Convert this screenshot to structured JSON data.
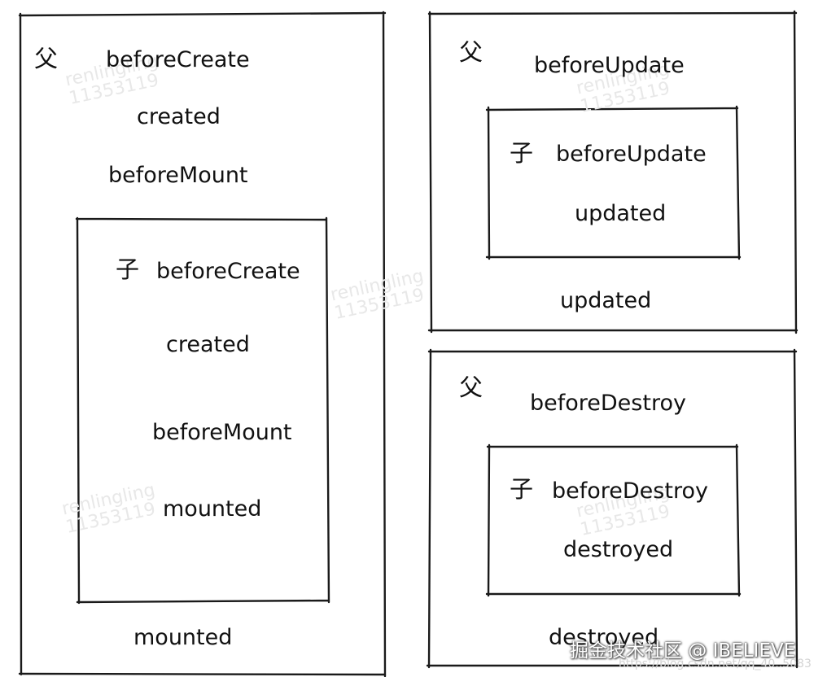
{
  "diagram": {
    "parent_mark": "父",
    "child_mark": "子",
    "mount_phase": {
      "parent_before": [
        "beforeCreate",
        "created",
        "beforeMount"
      ],
      "child_steps": [
        "beforeCreate",
        "created",
        "beforeMount",
        "mounted"
      ],
      "parent_after": "mounted"
    },
    "update_phase": {
      "parent_before": "beforeUpdate",
      "child_steps": [
        "beforeUpdate",
        "updated"
      ],
      "parent_after": "updated"
    },
    "destroy_phase": {
      "parent_before": "beforeDestroy",
      "child_steps": [
        "beforeDestroy",
        "destroyed"
      ],
      "parent_after": "destroyed"
    }
  },
  "watermarks": {
    "author_name": "renlingling",
    "author_id": "11353119",
    "site_credit": "掘金技术社区 @ IBELIEVE",
    "url_fragment": "https://blog.csdn.net/qq_40..5083"
  },
  "colors": {
    "ink": "#1a1a1a",
    "watermark": "#e8e8e8",
    "background": "#ffffff"
  }
}
